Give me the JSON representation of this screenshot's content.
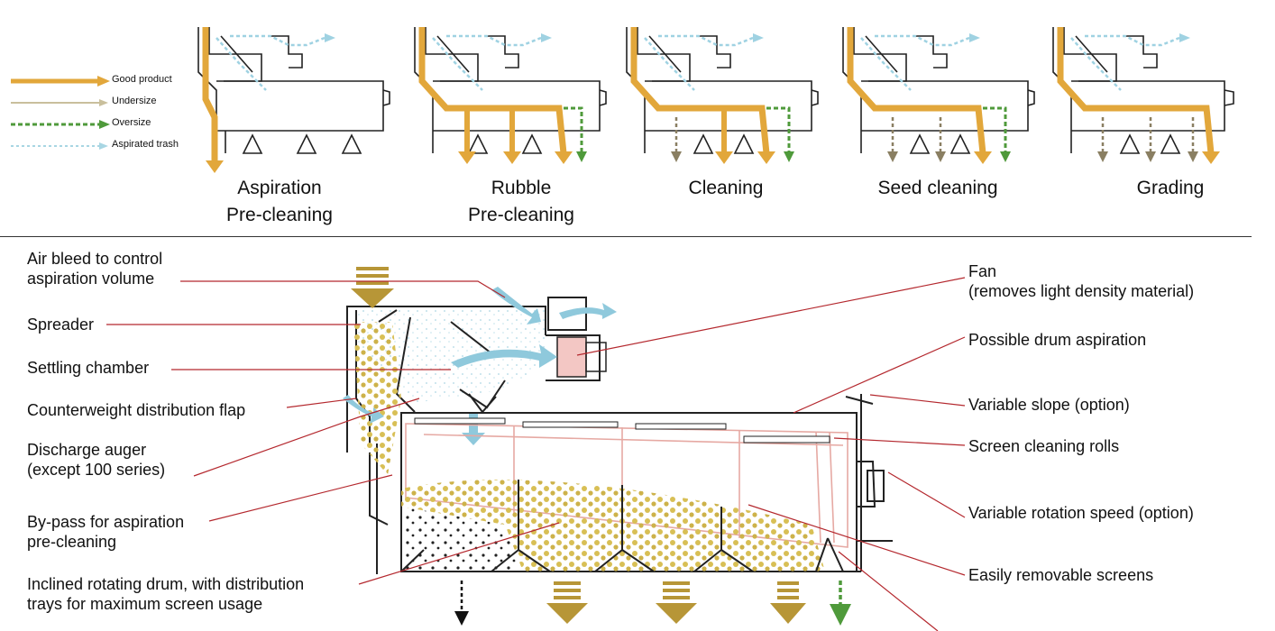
{
  "legend": [
    {
      "label": "Good product",
      "color": "#e2a73b",
      "style": "solid"
    },
    {
      "label": "Undersize",
      "color": "#c9bf9c",
      "style": "solid-thin"
    },
    {
      "label": "Oversize",
      "color": "#4f9a3b",
      "style": "dashed"
    },
    {
      "label": "Aspirated trash",
      "color": "#a8d6e3",
      "style": "dotted"
    }
  ],
  "modes": [
    {
      "label": "Aspiration\nPre-cleaning"
    },
    {
      "label": "Rubble\nPre-cleaning"
    },
    {
      "label": "Cleaning"
    },
    {
      "label": "Seed cleaning"
    },
    {
      "label": "Grading"
    }
  ],
  "callouts_left": [
    {
      "text": "Air bleed to control\naspiration volume"
    },
    {
      "text": "Spreader"
    },
    {
      "text": "Settling chamber"
    },
    {
      "text": "Counterweight distribution flap"
    },
    {
      "text": "Discharge auger\n(except 100 series)"
    },
    {
      "text": "By-pass for aspiration\npre-cleaning"
    },
    {
      "text": "Inclined rotating drum, with distribution\ntrays for maximum screen usage"
    }
  ],
  "callouts_right": [
    {
      "text": "Fan\n(removes light density material)"
    },
    {
      "text": "Possible drum aspiration"
    },
    {
      "text": "Variable slope (option)"
    },
    {
      "text": "Screen cleaning rolls"
    },
    {
      "text": "Variable rotation speed (option)"
    },
    {
      "text": "Easily removable screens"
    }
  ],
  "colors": {
    "good": "#e2a73b",
    "undersize": "#8a7f62",
    "oversize": "#4f9a3b",
    "trash": "#9fd2e2",
    "leader": "#b4282e",
    "screen": "#e6a9a3",
    "frame": "#222222"
  }
}
